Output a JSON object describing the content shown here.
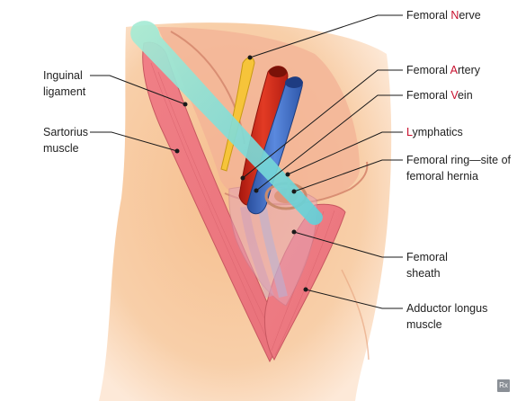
{
  "labels": {
    "femoral_nerve": {
      "pre": "Femoral ",
      "hl": "N",
      "post": "erve"
    },
    "femoral_artery": {
      "pre": "Femoral ",
      "hl": "A",
      "post": "rtery"
    },
    "femoral_vein": {
      "pre": "Femoral ",
      "hl": "V",
      "post": "ein"
    },
    "lymphatics": {
      "pre": "",
      "hl": "L",
      "post": "ymphatics"
    },
    "femoral_ring_line1": "Femoral ring—site of",
    "femoral_ring_line2": "femoral hernia",
    "femoral_sheath_line1": "Femoral",
    "femoral_sheath_line2": "sheath",
    "adductor_line1": "Adductor longus",
    "adductor_line2": "muscle",
    "inguinal_line1": "Inguinal",
    "inguinal_line2": "ligament",
    "sartorius_line1": "Sartorius",
    "sartorius_line2": "muscle"
  },
  "badge": "Rx",
  "colors": {
    "skin": "#f7c9a0",
    "muscle": "#ee8a8e",
    "artery": "#d62e1e",
    "vein": "#3f6fc8",
    "nerve": "#f4c233",
    "ligament": "#7fd9d6",
    "highlight": "#c8102e"
  }
}
